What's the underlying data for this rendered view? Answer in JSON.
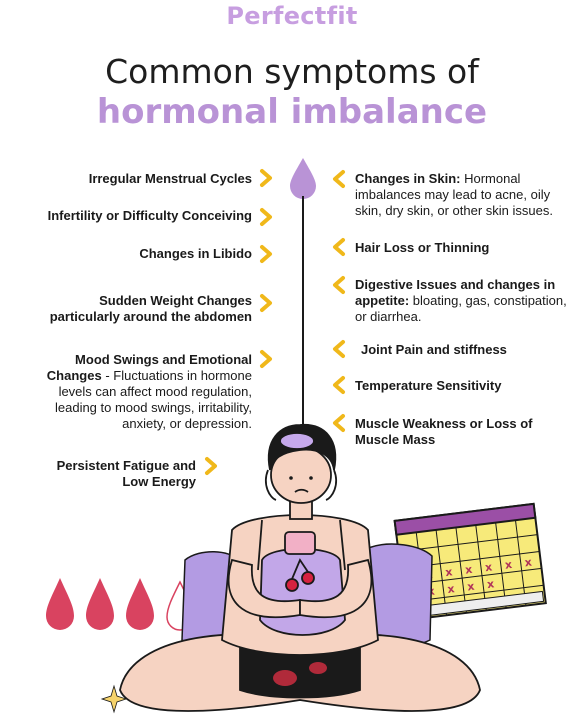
{
  "brand": {
    "logo": "Perfectfit"
  },
  "title": {
    "line1": "Common symptoms of",
    "line2": "hormonal imbalance"
  },
  "colors": {
    "accent": "#b993d6",
    "chevron": "#f0b81a",
    "drop": "#d94360"
  },
  "left_items": [
    {
      "bold": "Irregular Menstrual Cycles",
      "text": ""
    },
    {
      "bold": "Infertility or Difficulty Conceiving",
      "text": ""
    },
    {
      "bold": "Changes in Libido",
      "text": ""
    },
    {
      "bold": "Sudden Weight Changes particularly around the abdomen",
      "text": ""
    },
    {
      "bold": "Mood Swings and Emotional Changes",
      "text": " - Fluctuations in hormone levels can affect mood regulation, leading to mood swings, irritability, anxiety, or depression."
    },
    {
      "bold": "Persistent Fatigue and Low Energy",
      "text": ""
    }
  ],
  "right_items": [
    {
      "bold": "Changes in Skin:",
      "text": " Hormonal imbalances may lead to acne, oily skin, dry skin, or other skin issues."
    },
    {
      "bold": "Hair Loss or Thinning",
      "text": ""
    },
    {
      "bold": "Digestive Issues and changes in appetite:",
      "text": " bloating, gas, constipation, or diarrhea."
    },
    {
      "bold": "Joint Pain and stiffness",
      "text": ""
    },
    {
      "bold": "Temperature Sensitivity",
      "text": ""
    },
    {
      "bold": "Muscle Weakness or Loss of Muscle Mass",
      "text": ""
    }
  ]
}
